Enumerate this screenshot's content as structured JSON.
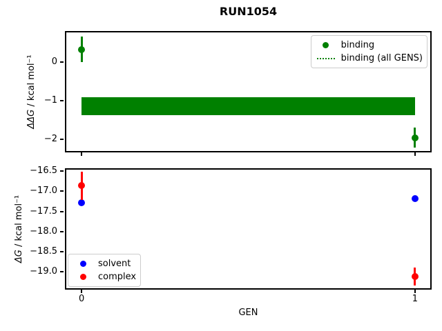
{
  "title": "RUN1054",
  "xlabel": "GEN",
  "colors": {
    "binding": "#008000",
    "solvent": "#0000ff",
    "complex": "#ff0000",
    "spine": "#000000",
    "legend_border": "#cccccc"
  },
  "chart_data": [
    {
      "id": "top",
      "type": "scatter",
      "ylabel": "ΔΔG / kcal mol⁻¹",
      "ylabel_math": "ΔΔG",
      "ylabel_rest": " / kcal mol⁻¹",
      "xlim": [
        -0.05,
        1.05
      ],
      "ylim": [
        -2.33,
        0.79
      ],
      "yticks": [
        "0",
        "−1",
        "−2"
      ],
      "ytick_values": [
        0,
        -1,
        -2
      ],
      "xtick_values": [
        0,
        1
      ],
      "grid": false,
      "series": [
        {
          "name": "binding",
          "color": "#008000",
          "marker": "dot",
          "points": [
            {
              "x": 0,
              "y": 0.32,
              "yerr": 0.33
            },
            {
              "x": 1,
              "y": -1.95,
              "yerr": 0.25
            }
          ]
        }
      ],
      "band": {
        "name": "binding (all GENS)",
        "color": "#008000",
        "x0": 0,
        "x1": 1,
        "y_center": -1.15,
        "y_low": -1.38,
        "y_high": -0.92
      },
      "legend": {
        "loc": "upper-right",
        "entries": [
          {
            "marker": "dot",
            "color": "#008000",
            "label": "binding"
          },
          {
            "marker": "dotted-line",
            "color": "#008000",
            "label": "binding (all GENS)"
          }
        ]
      }
    },
    {
      "id": "bottom",
      "type": "scatter",
      "ylabel": "ΔG / kcal mol⁻¹",
      "ylabel_math": "ΔG",
      "ylabel_rest": " / kcal mol⁻¹",
      "xlim": [
        -0.05,
        1.05
      ],
      "ylim": [
        -19.44,
        -16.43
      ],
      "yticks": [
        "−16.5",
        "−17.0",
        "−17.5",
        "−18.0",
        "−18.5",
        "−19.0"
      ],
      "ytick_values": [
        -16.5,
        -17.0,
        -17.5,
        -18.0,
        -18.5,
        -19.0
      ],
      "xtick_values": [
        0,
        1
      ],
      "xtick_labels": [
        "0",
        "1"
      ],
      "grid": false,
      "series": [
        {
          "name": "solvent",
          "color": "#0000ff",
          "marker": "dot",
          "points": [
            {
              "x": 0,
              "y": -17.29,
              "yerr": 0.05
            },
            {
              "x": 1,
              "y": -17.18,
              "yerr": 0.05
            }
          ]
        },
        {
          "name": "complex",
          "color": "#ff0000",
          "marker": "dot",
          "points": [
            {
              "x": 0,
              "y": -16.86,
              "yerr": 0.35
            },
            {
              "x": 1,
              "y": -19.11,
              "yerr": 0.22
            }
          ]
        }
      ],
      "legend": {
        "loc": "lower-left",
        "entries": [
          {
            "marker": "dot",
            "color": "#0000ff",
            "label": "solvent"
          },
          {
            "marker": "dot",
            "color": "#ff0000",
            "label": "complex"
          }
        ]
      }
    }
  ]
}
